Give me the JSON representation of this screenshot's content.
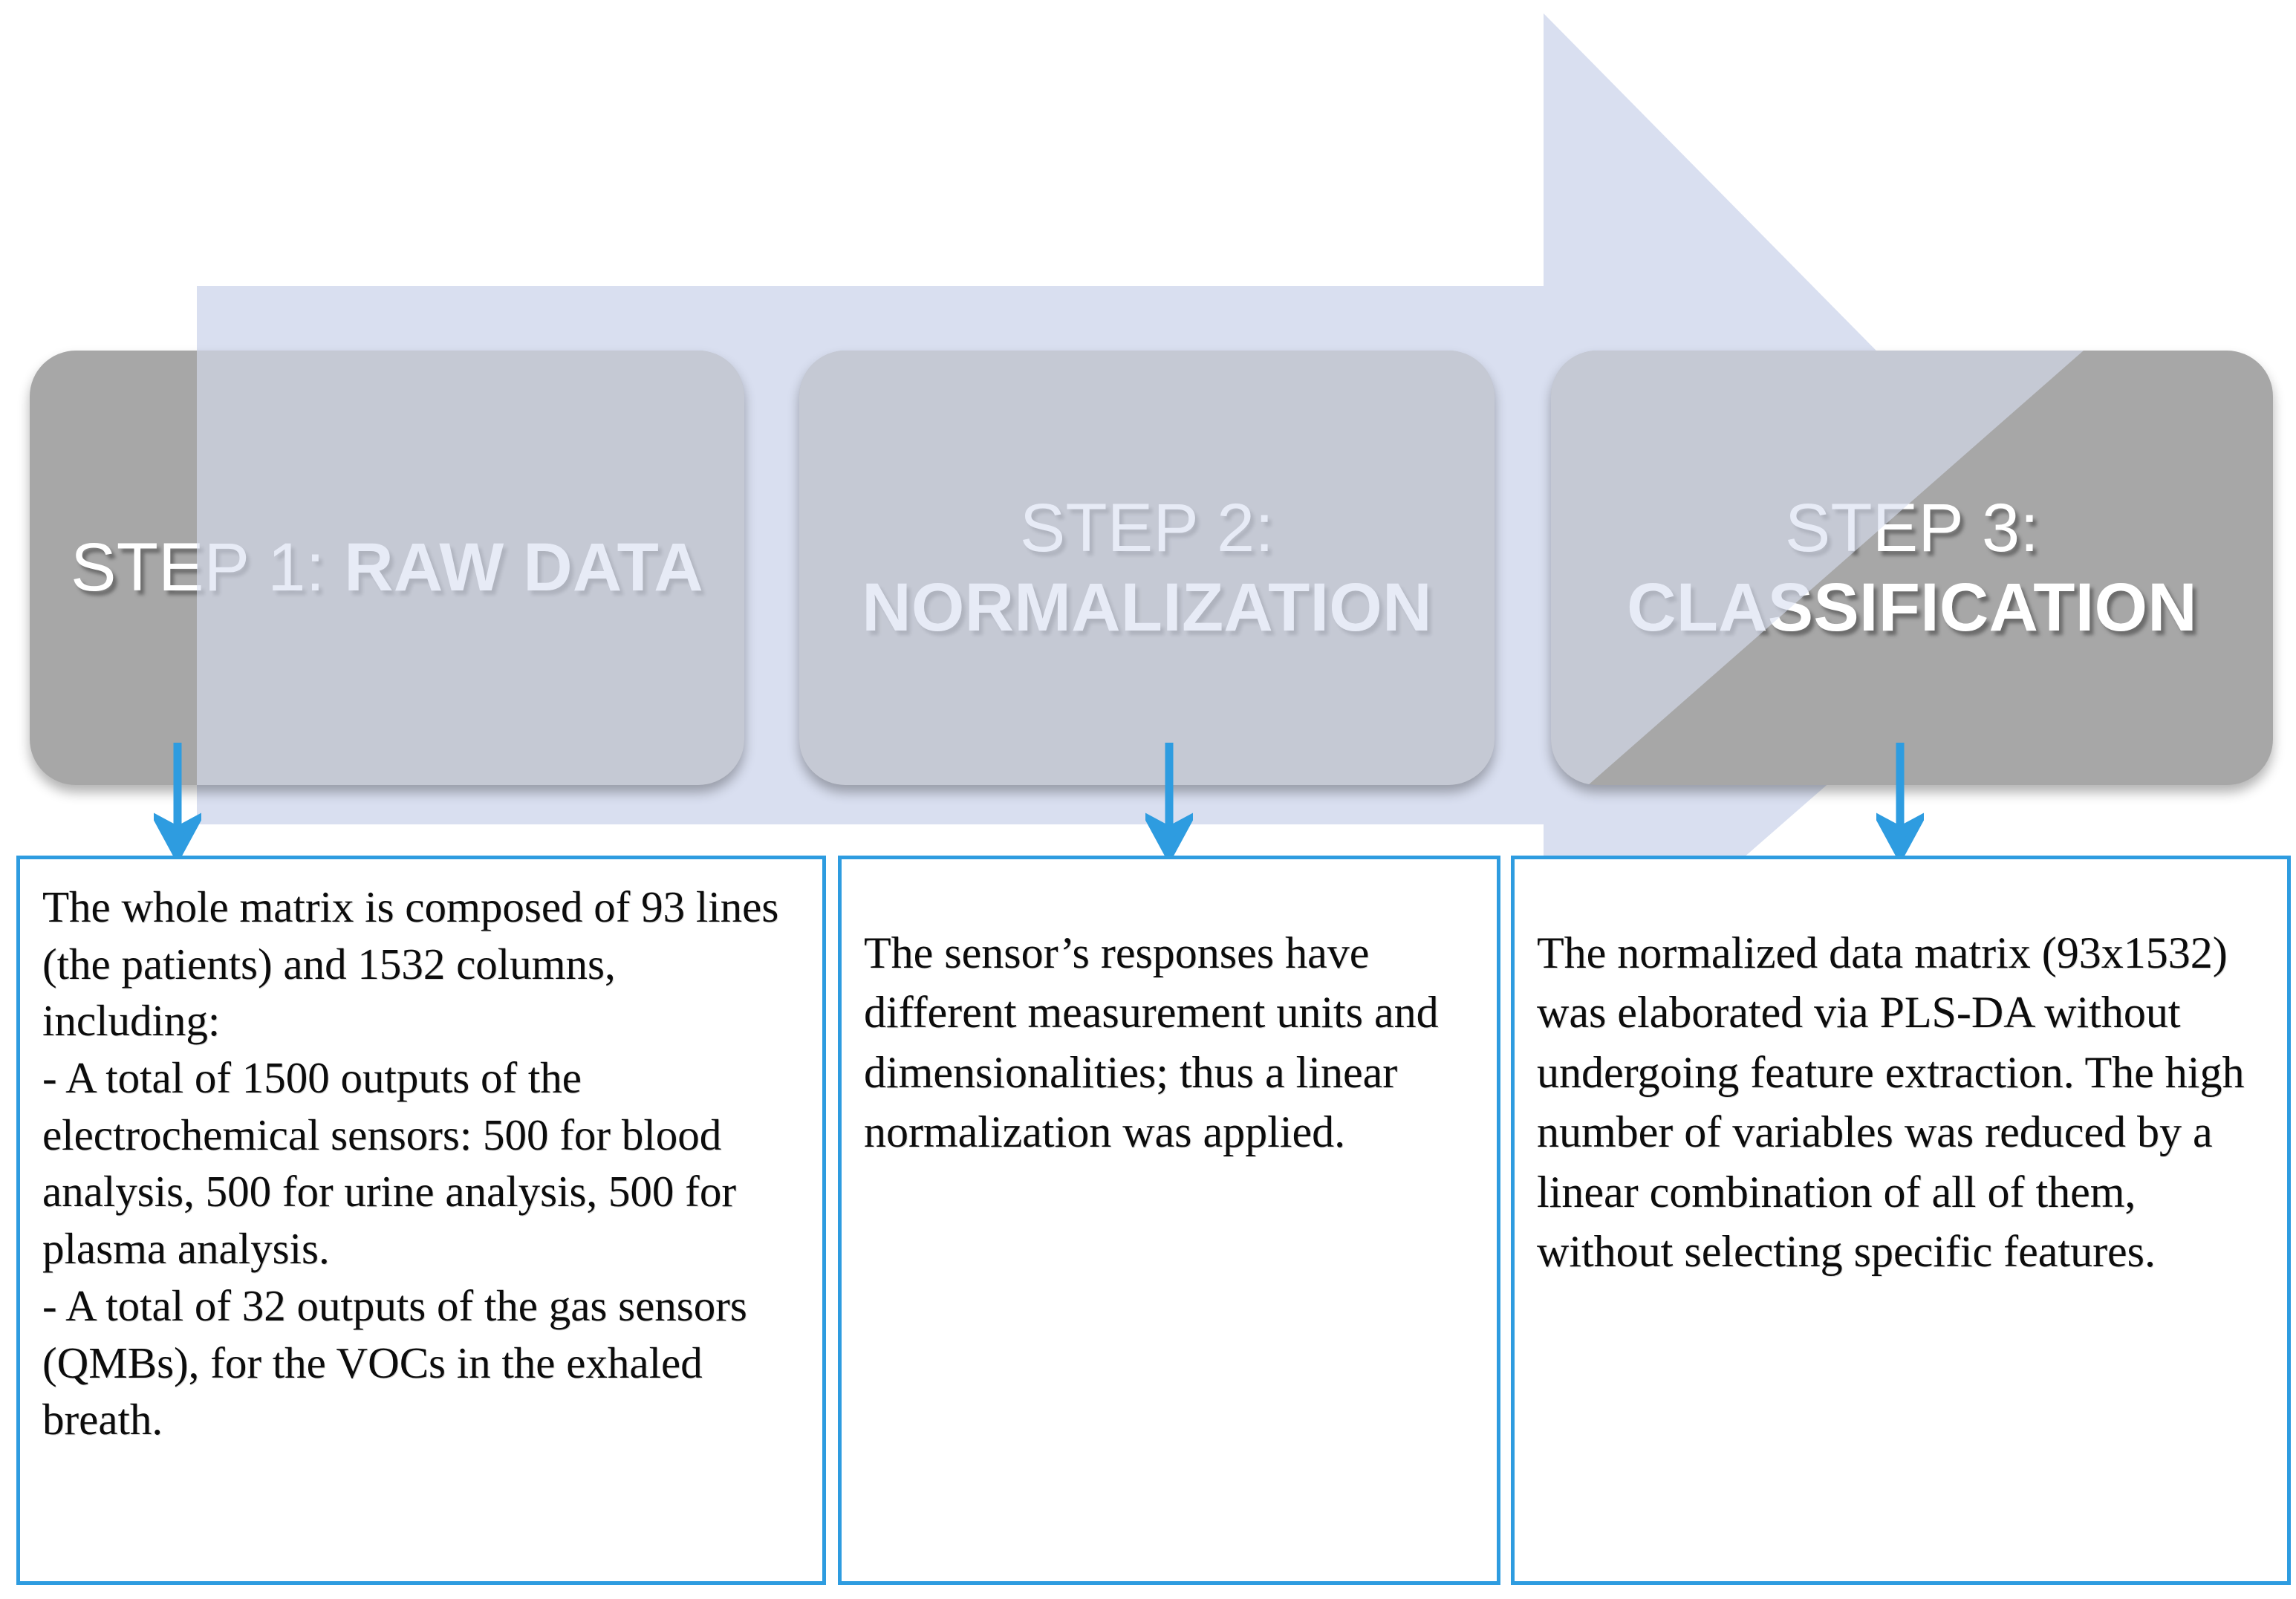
{
  "diagram": {
    "type": "process-flow",
    "orientation": "left-to-right",
    "steps": [
      {
        "id": "step-1",
        "prefix": "STEP 1: ",
        "name": "RAW DATA",
        "label": "STEP 1: RAW\nDATA",
        "description": "The whole matrix is composed of 93 lines (the patients) and 1532 columns, including:\n- A total of 1500 outputs of the electrochemical sensors: 500 for blood analysis, 500 for urine analysis, 500 for plasma analysis.\n- A total of 32 outputs of the gas sensors (QMBs), for the VOCs in the exhaled breath."
      },
      {
        "id": "step-2",
        "prefix": "STEP 2:",
        "name": "NORMALIZATION",
        "label": "STEP 2:\nNORMALIZATION",
        "description": "The sensor’s responses have different measurement units and dimensionalities; thus a linear normalization was applied."
      },
      {
        "id": "step-3",
        "prefix": "STEP 3:",
        "name": "CLASSIFICATION",
        "label": "STEP 3:\nCLASSIFICATION",
        "description": "The normalized data matrix (93x1532) was elaborated via PLS-DA without undergoing feature extraction. The high number of variables was reduced by a linear combination of all of them, without selecting specific features."
      }
    ],
    "icons": {
      "band": "right-arrow-band-icon",
      "connector": "down-arrow-icon"
    },
    "colors": {
      "band_fill": "#D9DFF0",
      "step_box_fill": "#A7A7A7",
      "step_box_fill_overlay": "#8F95A3",
      "step_label_text": "#FFFFFF",
      "connector_arrow": "#2E9CE0",
      "desc_box_border": "#2E9CE0",
      "desc_box_fill": "#FFFFFF",
      "desc_text": "#0C0C0C",
      "page_background": "#FFFFFF"
    }
  }
}
